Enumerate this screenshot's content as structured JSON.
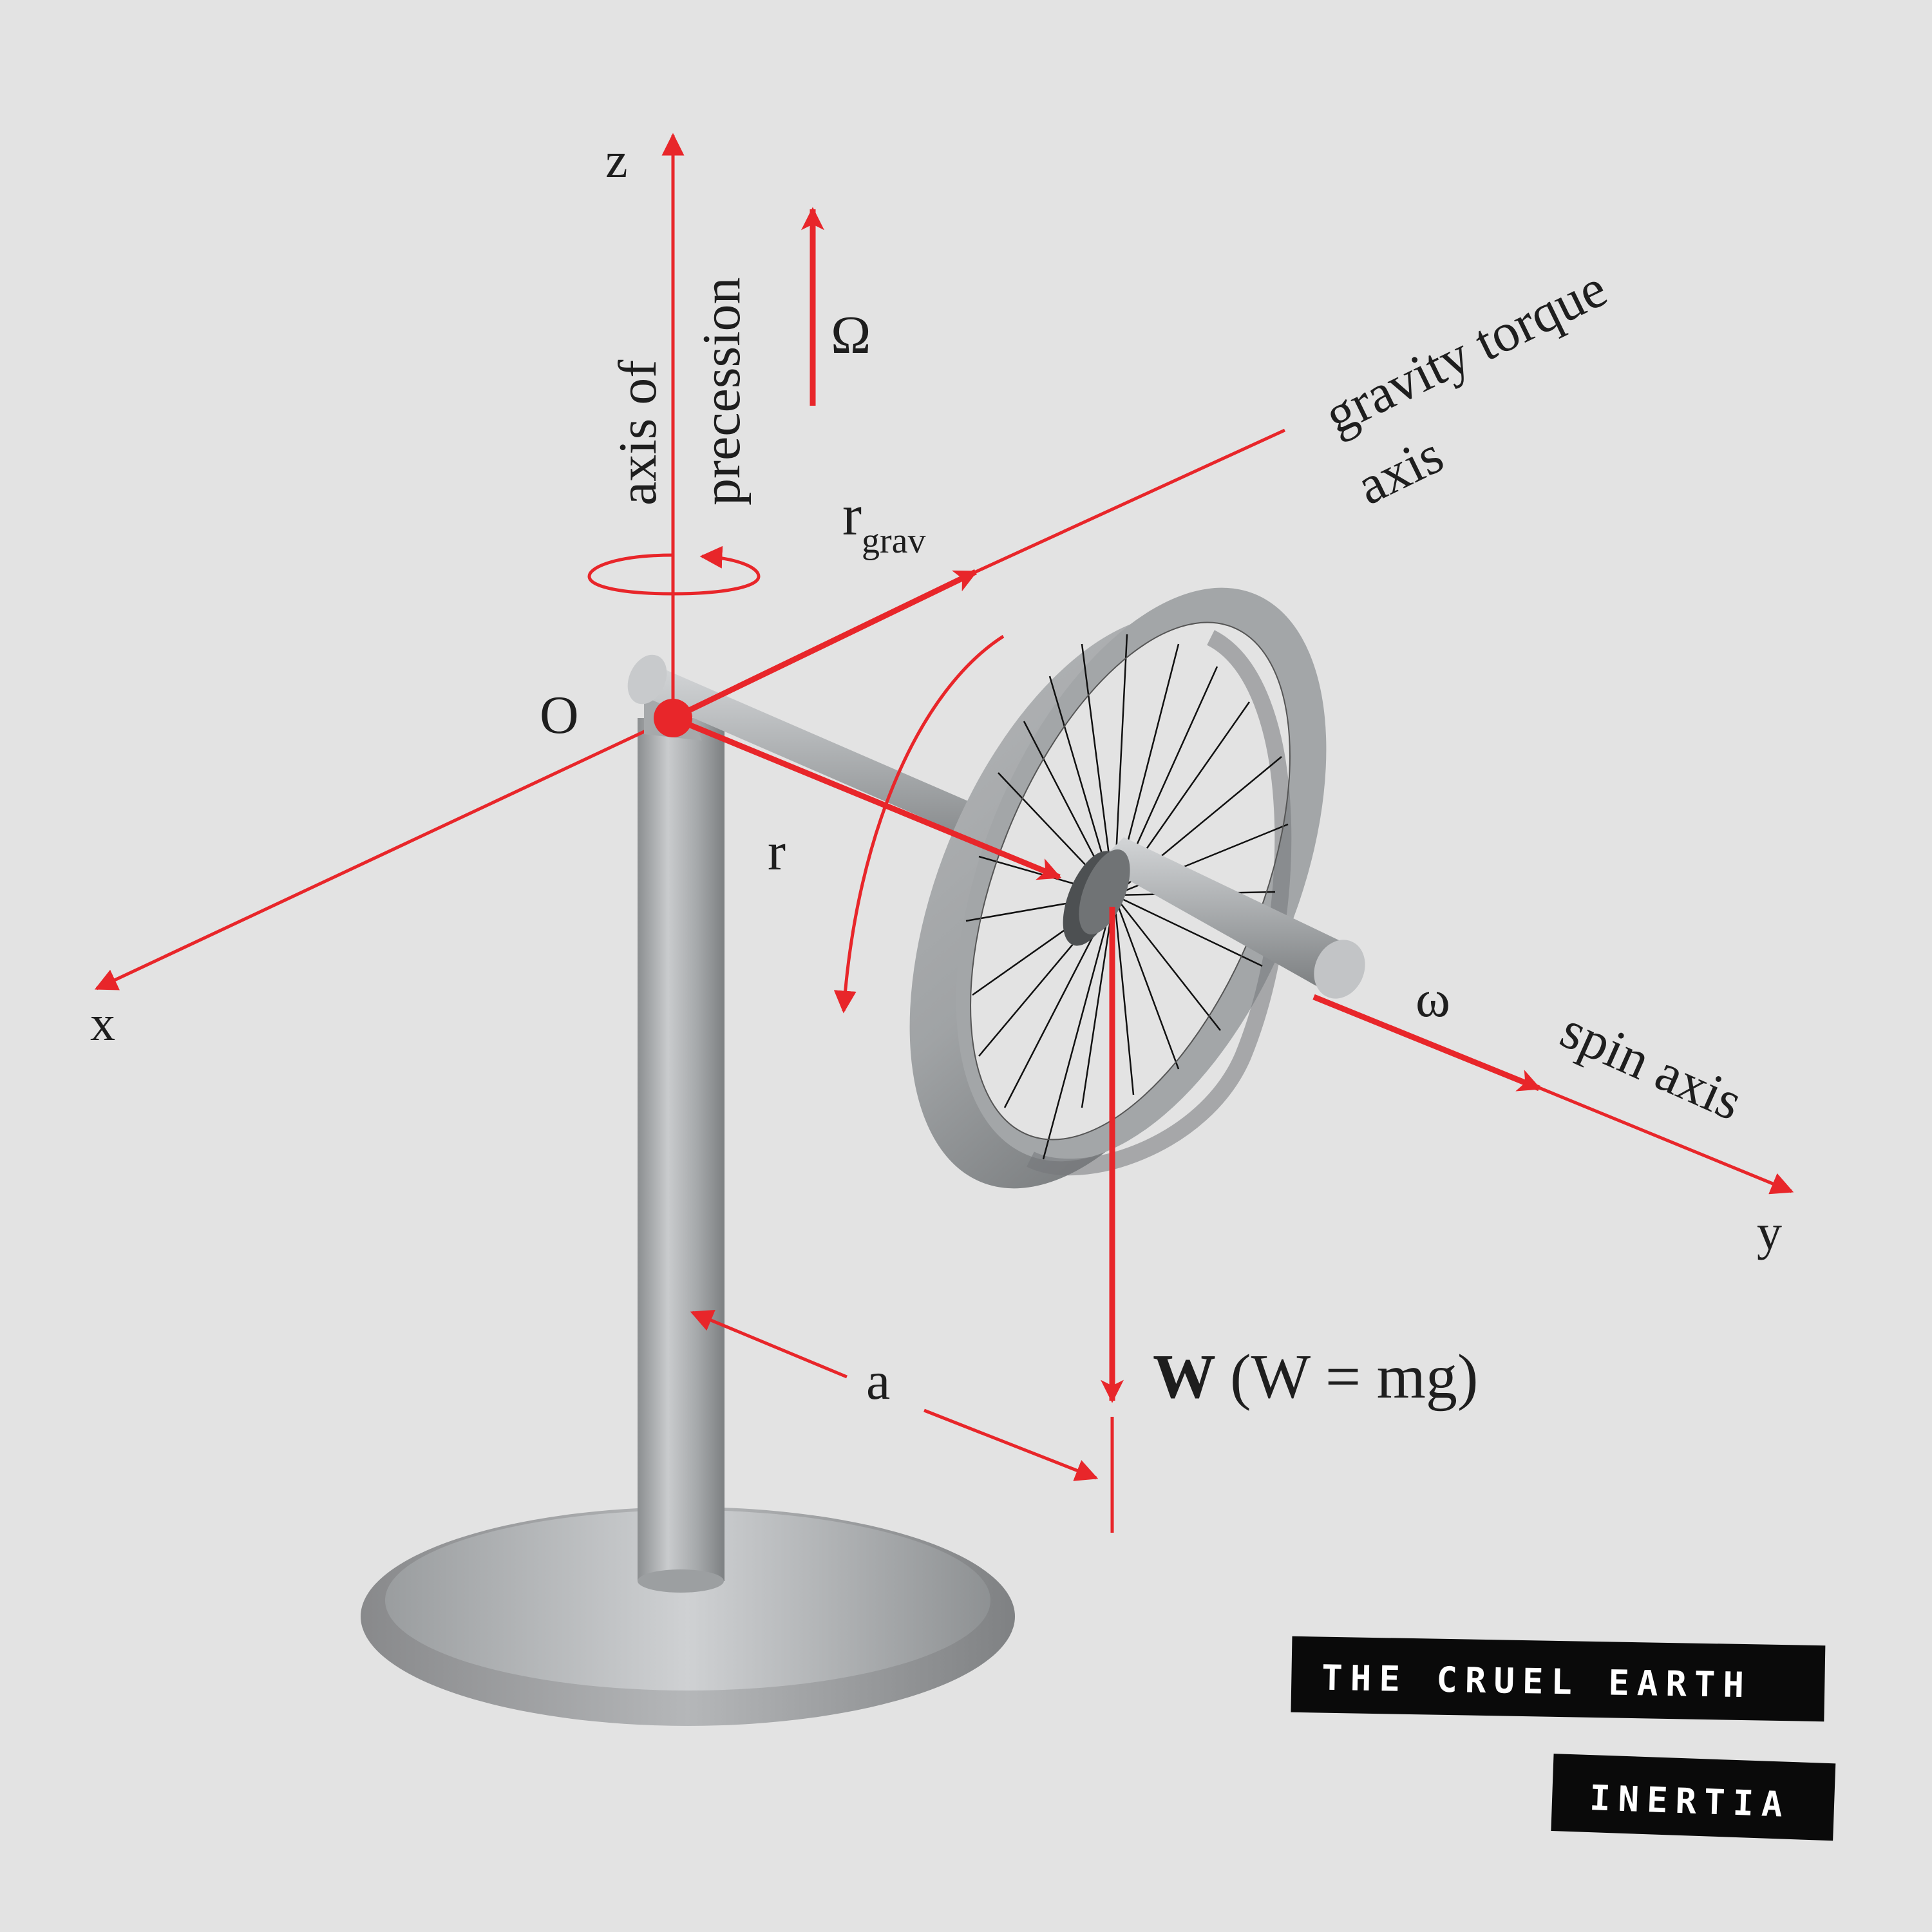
{
  "colors": {
    "background": "#e3e3e3",
    "vector_red": "#e8262a",
    "metal_light": "#c4c6c8",
    "metal_dark": "#6f7274",
    "badge_black": "#0a0a0a",
    "text": "#1e1e1e"
  },
  "labels": {
    "z": "z",
    "x": "x",
    "y": "y",
    "origin": "O",
    "omega_precession": "Ω",
    "omega_spin": "ω",
    "r_grav_main": "r",
    "r_grav_sub": "grav",
    "r": "r",
    "a": "a",
    "axis_of": "axis of",
    "precession": "precession",
    "gravity_torque": "gravity torque",
    "axis": "axis",
    "spin_axis": "spin axis",
    "weight_bold": "W",
    "weight_eq": "(W = mg)"
  },
  "badges": {
    "line1": "THE CRUEL EARTH",
    "line2": "INERTIA"
  }
}
